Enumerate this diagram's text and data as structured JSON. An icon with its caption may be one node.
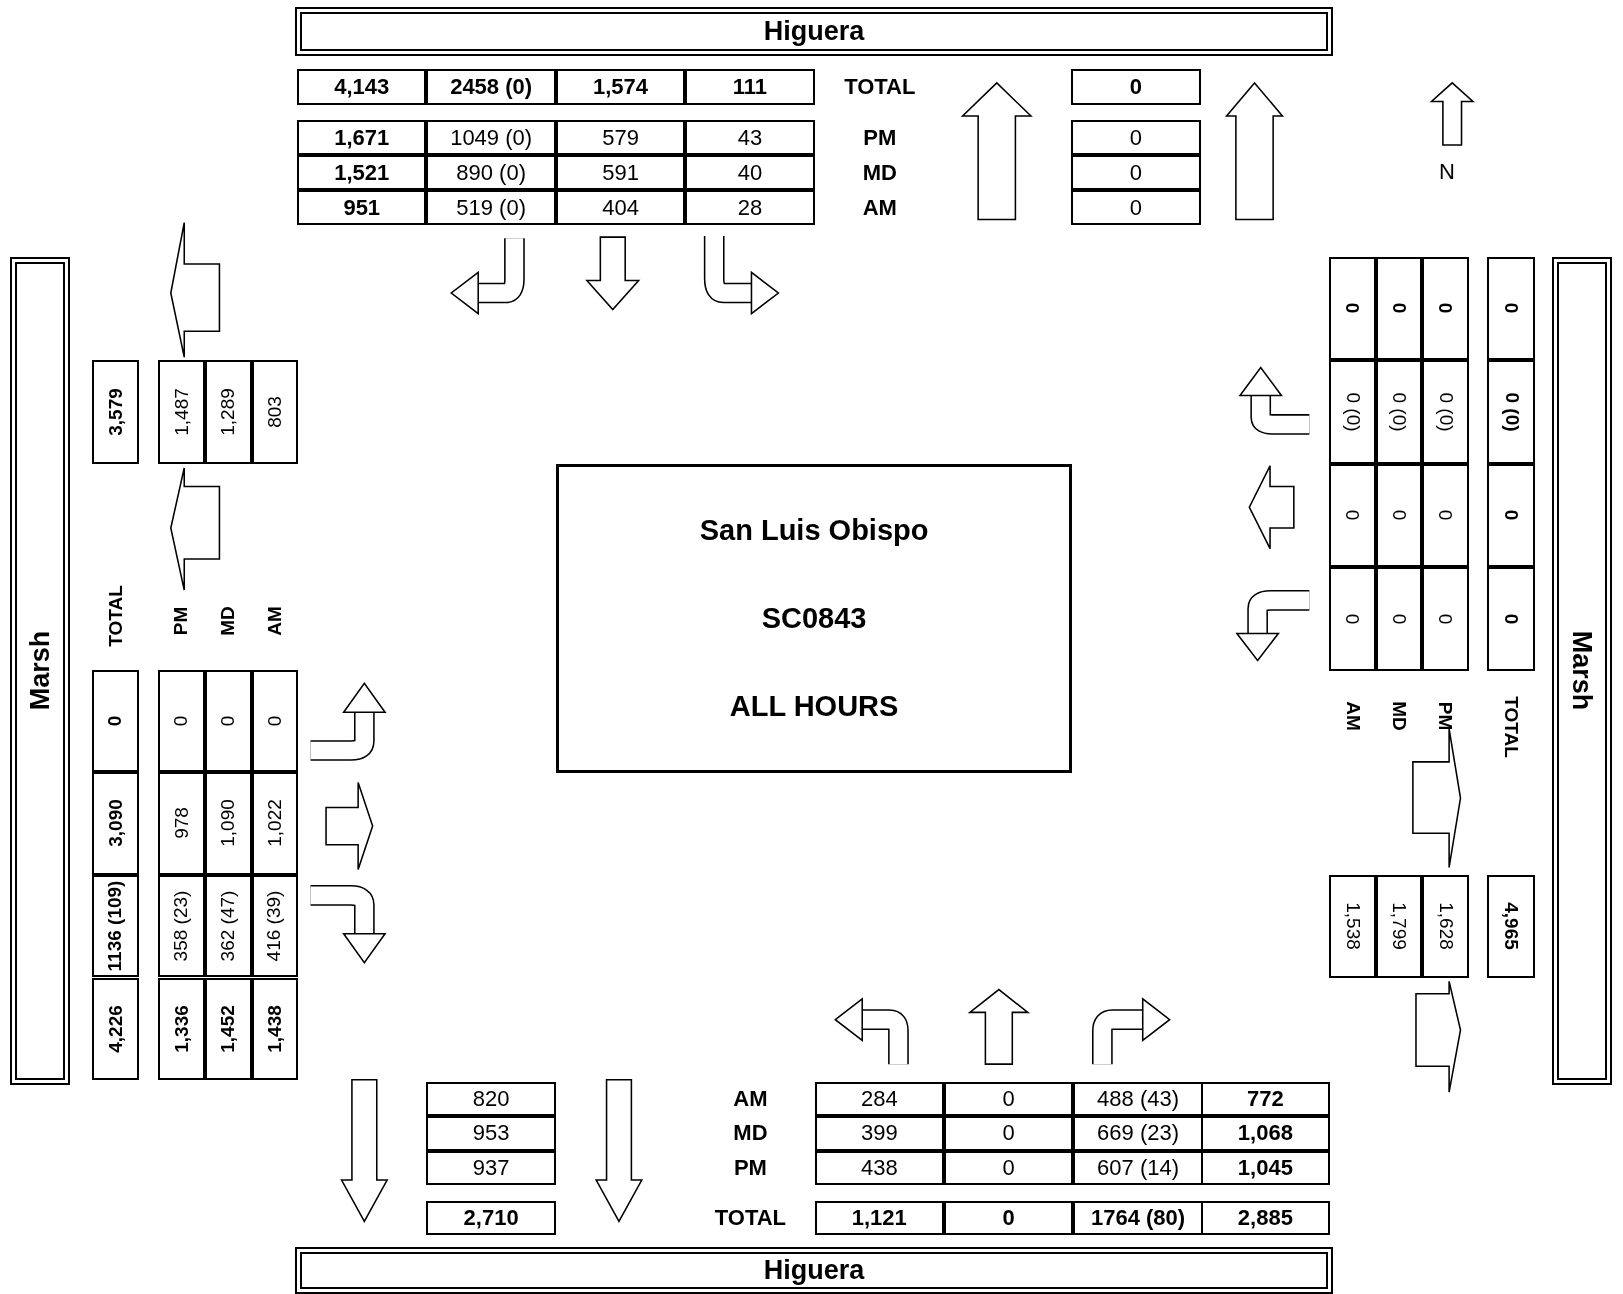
{
  "diagram": {
    "nodes": [
      {
        "text": [
          "Higuera"
        ]
      },
      {
        "text": [
          "Marsh"
        ]
      },
      {
        "text": [
          "San Luis Obispo",
          "SC0843",
          "ALL HOURS"
        ]
      },
      {
        "text": [
          "Marsh"
        ]
      },
      {
        "text": [
          "Higuera"
        ]
      }
    ],
    "labels": [
      "4,143",
      "2458 (0)",
      "1,574",
      "111",
      "TOTAL",
      "0",
      "1,671",
      "1049 (0)",
      "579",
      "43",
      "PM",
      "0",
      "1,521",
      "890 (0)",
      "591",
      "40",
      "MD",
      "0",
      "951",
      "519 (0)",
      "404",
      "28",
      "AM",
      "0",
      "N",
      "3,579",
      "1,487",
      "1,289",
      "803",
      "0",
      "0",
      "0",
      "0",
      "0 (0)",
      "0 (0)",
      "0 (0)",
      "0 (0)",
      "0",
      "0",
      "0",
      "0",
      "0",
      "0",
      "0",
      "0",
      "TOTAL",
      "PM",
      "MD",
      "AM",
      "0",
      "0",
      "0",
      "0",
      "3,090",
      "978",
      "1,090",
      "1,022",
      "1136 (109)",
      "358 (23)",
      "362 (47)",
      "416 (39)",
      "4,226",
      "1,336",
      "1,452",
      "1,438",
      "AM",
      "MD",
      "PM",
      "TOTAL",
      "1,538",
      "1,799",
      "1,628",
      "4,965",
      "820",
      "AM",
      "284",
      "0",
      "488 (43)",
      "772",
      "953",
      "MD",
      "399",
      "0",
      "669 (23)",
      "1,068",
      "937",
      "PM",
      "438",
      "0",
      "607 (14)",
      "1,045",
      "2,710",
      "TOTAL",
      "1,121",
      "0",
      "1764 (80)",
      "2,885"
    ]
  }
}
